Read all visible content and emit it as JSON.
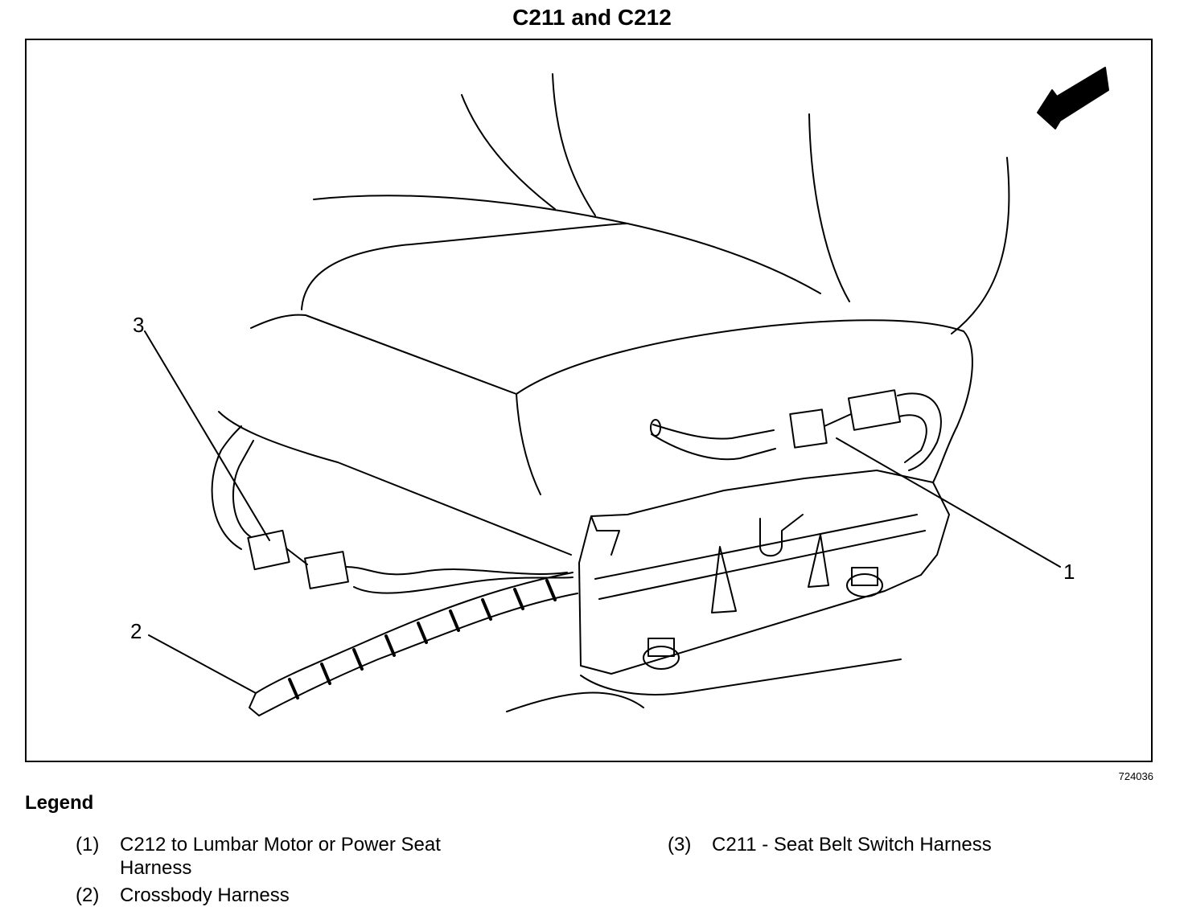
{
  "title": "C211 and C212",
  "figure_id": "724036",
  "callouts": [
    "1",
    "2",
    "3"
  ],
  "legend": {
    "heading": "Legend",
    "items": [
      {
        "num": "(1)",
        "text": "C212 to Lumbar Motor or Power Seat Harness"
      },
      {
        "num": "(2)",
        "text": "Crossbody Harness"
      },
      {
        "num": "(3)",
        "text": "C211 - Seat Belt Switch Harness"
      }
    ]
  }
}
